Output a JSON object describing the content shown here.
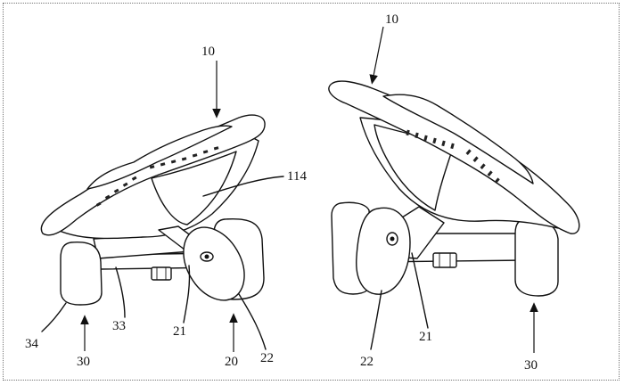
{
  "labels": {
    "left_device": "10",
    "left_surface": "114",
    "left_wheel_assembly": "20",
    "left_fork": "21",
    "left_caster_wheel": "22",
    "left_board": "30",
    "left_axle": "33",
    "left_wheel": "34",
    "right_device": "10",
    "right_wheel_assembly": "30",
    "right_fork": "21",
    "right_caster_wheel": "22"
  },
  "colors": {
    "line": "#111111",
    "background": "#ffffff",
    "hatch": "#cccccc"
  }
}
